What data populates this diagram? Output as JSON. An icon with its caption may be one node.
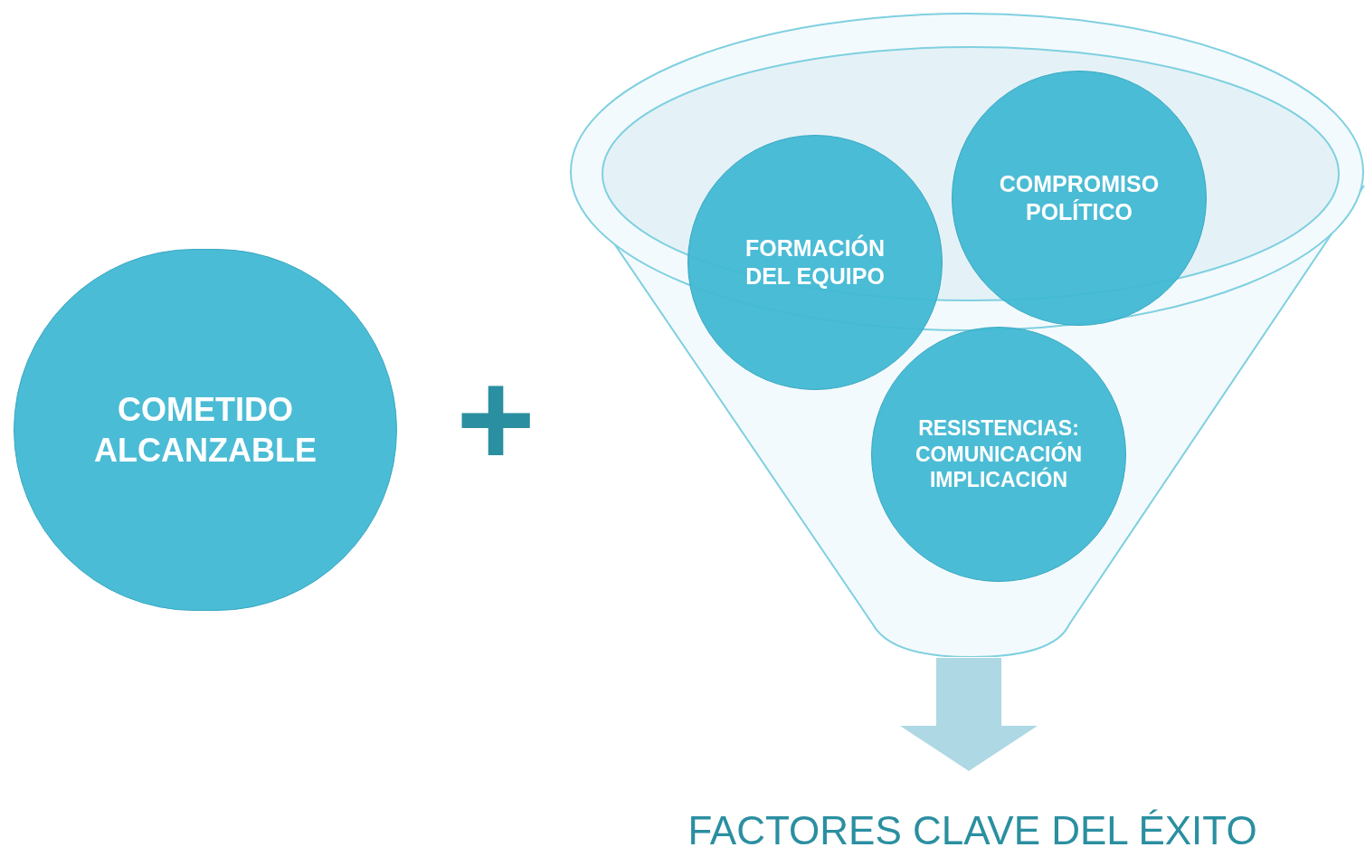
{
  "diagram": {
    "nodes": [
      {
        "text": [
          "COMETIDO ALCANZABLE"
        ]
      },
      {
        "text": [],
        "shape": "funnel"
      },
      {
        "text": [
          "FORMACIÓN DEL EQUIPO"
        ]
      },
      {
        "text": [
          "COMPROMISO POLÍTICO"
        ]
      },
      {
        "text": [
          "RESISTENCIAS: COMUNICACIÓN IMPLICACIÓN"
        ],
        "in": 1
      },
      {
        "text": [
          "FACTORES CLAVE DEL ÉXITO"
        ]
      }
    ],
    "edges": [
      {
        "from": 1,
        "to": 5,
        "arrow": "to",
        "style": "thick"
      }
    ],
    "labels": [
      "+"
    ]
  }
}
